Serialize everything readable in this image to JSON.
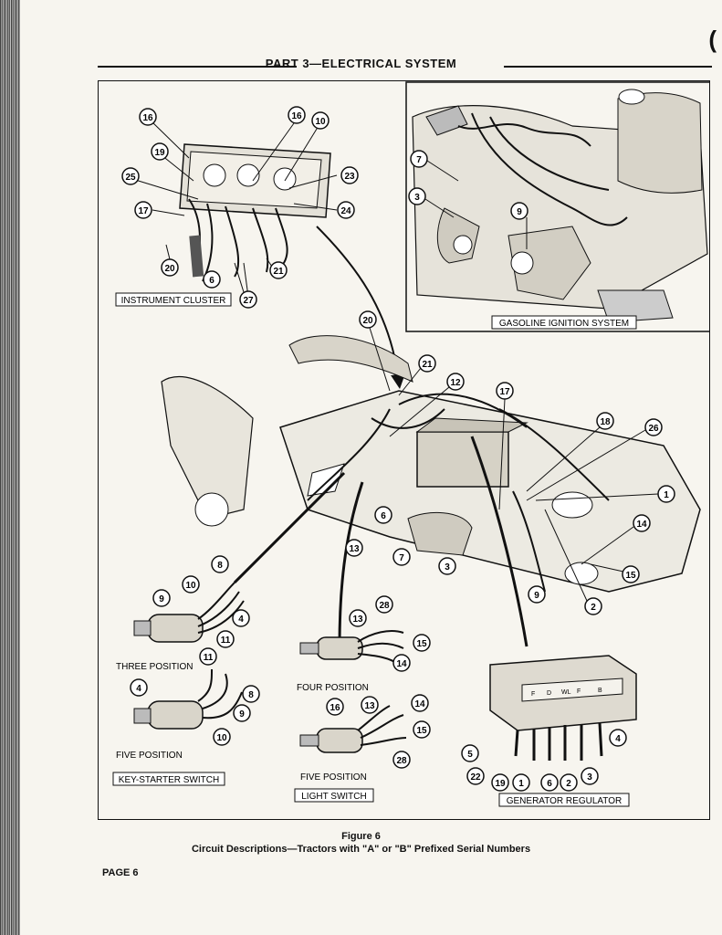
{
  "header": {
    "title": "PART 3—ELECTRICAL SYSTEM"
  },
  "panels": {
    "instrument_cluster": "INSTRUMENT CLUSTER",
    "gasoline_ignition": "GASOLINE IGNITION SYSTEM",
    "key_starter_switch": "KEY-STARTER SWITCH",
    "light_switch": "LIGHT SWITCH",
    "generator_regulator": "GENERATOR REGULATOR"
  },
  "sub_labels": {
    "three_position": "THREE POSITION",
    "five_position_key": "FIVE POSITION",
    "four_position": "FOUR POSITION",
    "five_position_light": "FIVE POSITION"
  },
  "regulator_terminals": [
    "F",
    "D",
    "WL",
    "F",
    "B"
  ],
  "callouts": {
    "ic_16a": "16",
    "ic_16b": "16",
    "ic_10": "10",
    "ic_19": "19",
    "ic_25": "25",
    "ic_23": "23",
    "ic_17": "17",
    "ic_24": "24",
    "ic_20": "20",
    "ic_6": "6",
    "ic_27": "27",
    "ic_21": "21",
    "gi_7": "7",
    "gi_3": "3",
    "gi_9": "9",
    "tr_20": "20",
    "tr_21": "21",
    "tr_12": "12",
    "tr_17": "17",
    "tr_18": "18",
    "tr_26": "26",
    "tr_1": "1",
    "tr_6": "6",
    "tr_13": "13",
    "tr_7": "7",
    "tr_3": "3",
    "tr_14": "14",
    "tr_15": "15",
    "tr_9": "9",
    "tr_2": "2",
    "ks_8": "8",
    "ks_10": "10",
    "ks_9": "9",
    "ks_4": "4",
    "ks_11": "11",
    "k5_11": "11",
    "k5_4": "4",
    "k5_8": "8",
    "k5_9": "9",
    "k5_10": "10",
    "ls_28": "28",
    "ls_13": "13",
    "ls_15": "15",
    "ls_14": "14",
    "l5_16": "16",
    "l5_13": "13",
    "l5_14": "14",
    "l5_15": "15",
    "l5_28": "28",
    "gr_4": "4",
    "gr_5": "5",
    "gr_22": "22",
    "gr_19": "19",
    "gr_1": "1",
    "gr_6": "6",
    "gr_2": "2",
    "gr_3": "3"
  },
  "caption": {
    "figure": "Figure 6",
    "description": "Circuit Descriptions—Tractors with \"A\" or \"B\" Prefixed Serial Numbers"
  },
  "page_label": "PAGE 6"
}
